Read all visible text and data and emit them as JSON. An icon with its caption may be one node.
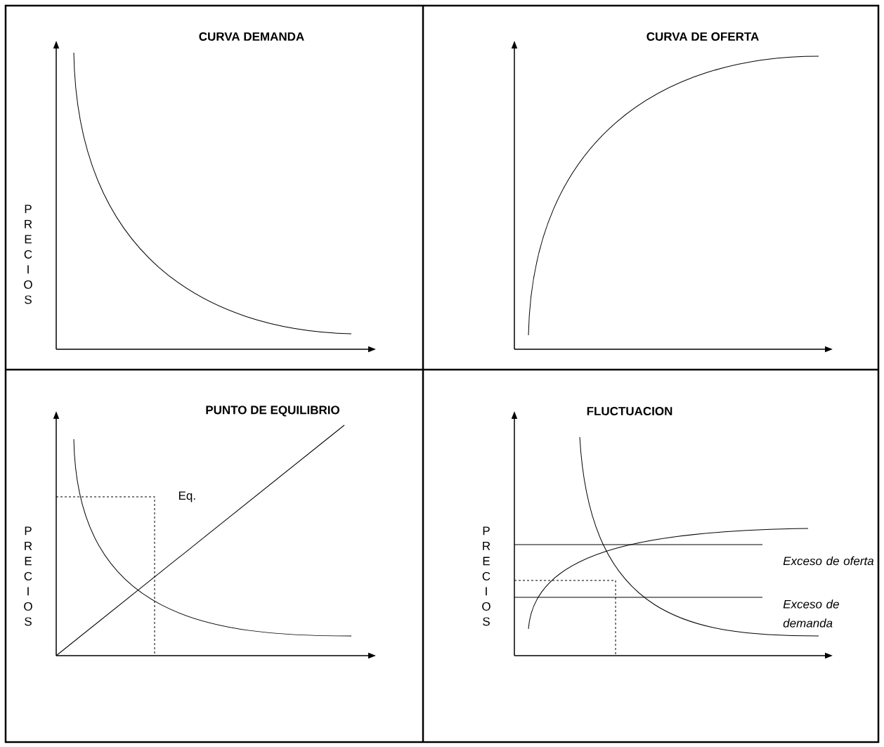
{
  "diagram": {
    "labels": [
      "CURVA DEMANDA",
      "PRECIOS",
      "CURVA DE OFERTA",
      "PUNTO DE EQUILIBRIO",
      "PRECIOS",
      "Eq.",
      "FLUCTUACION",
      "PRECIOS",
      "Exceso de oferta",
      "Exceso de demanda"
    ]
  }
}
